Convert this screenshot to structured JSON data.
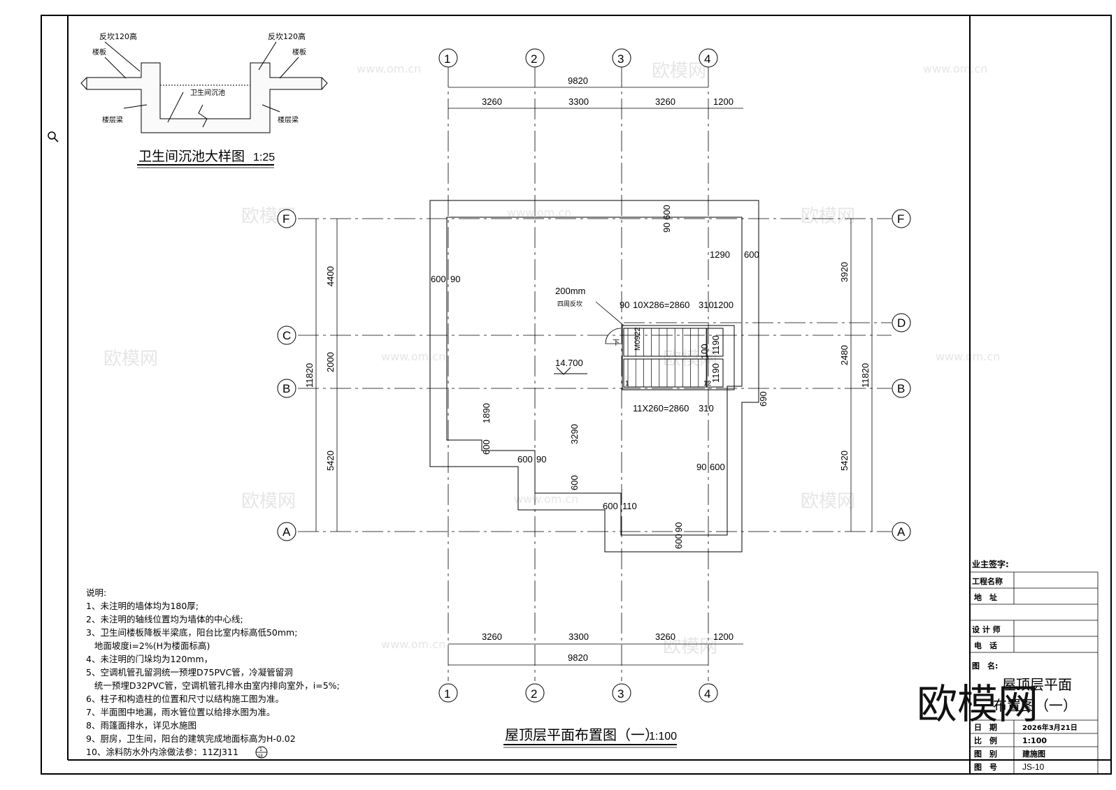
{
  "watermark": {
    "cn": "欧模网",
    "url": "www.om.cn",
    "big": "欧模网"
  },
  "toolbar": {
    "icon": "search-icon"
  },
  "detail": {
    "title": "卫生间沉池大样图",
    "scale": "1:25",
    "labels": {
      "left_parapet": "反坎120高",
      "right_parapet": "反坎120高",
      "left_slab": "楼板",
      "right_slab": "楼板",
      "pit": "卫生间沉池",
      "left_beam": "楼层梁",
      "right_beam": "楼层梁"
    }
  },
  "plan": {
    "title": "屋顶层平面布置图（一）",
    "scale": "1:100",
    "axes_v": [
      "1",
      "2",
      "3",
      "4"
    ],
    "axes_h": [
      "F",
      "D",
      "C",
      "B",
      "A"
    ],
    "dims": {
      "total_top": "9820",
      "total_bottom": "9820",
      "top": [
        "3260",
        "3300",
        "3260",
        "1200"
      ],
      "bottom": [
        "3260",
        "3300",
        "3260",
        "1200"
      ],
      "left_total": "11820",
      "right_total": "11820",
      "left": [
        "4400",
        "2000",
        "5420"
      ],
      "right": [
        "3920",
        "2480",
        "5420"
      ],
      "d_90_600_top": "90 600",
      "d_1290": "1290",
      "d_600a": "600",
      "d_600_90_left": "600",
      "d_90_left": "90",
      "stair_top": "10X286=2860",
      "stair_top_90": "90",
      "stair_top_310": "310",
      "stair_top_1200": "1200",
      "stair_bot": "11X260=2860",
      "stair_bot_310": "310",
      "d_1190a": "1190",
      "d_100": "100",
      "d_1190b": "1190",
      "d_690": "690",
      "d_1890": "1890",
      "d_3290": "3290",
      "d_600b": "600",
      "d_600c": "600",
      "d_90b": "90",
      "d_600d": "600",
      "d_600e": "600",
      "d_110": "110",
      "d_90c": "90",
      "d_600f": "600",
      "d_90d": "90",
      "d_600g": "600"
    },
    "notes": {
      "raise": "200mm",
      "raise2": "四周反坎",
      "door": "M0922",
      "down": "下",
      "elev": "14.700",
      "step1": "1",
      "step12": "12"
    }
  },
  "explanation": {
    "title": "说明:",
    "items": [
      "1、未注明的墙体均为180厚;",
      "2、未注明的轴线位置均为墙体的中心线;",
      "3、卫生间楼板降板半梁底，阳台比室内标高低50mm;",
      "   地面坡度i=2%(H为楼面标高)",
      "4、未注明的门垛均为120mm，",
      "5、空调机管孔留洞统一预埋D75PVC管，冷凝管留洞",
      "   统一预埋D32PVC管，空调机管孔排水由室内排向室外，i=5%;",
      "6、柱子和构造柱的位置和尺寸以结构施工图为准。",
      "7、半面图中地漏，雨水管位置以给排水图为准。",
      "8、雨篷面排水，详见水施图",
      "9、厨房，卫生间，阳台的建筑完成地面标高为H-0.02",
      "10、涂料防水外内涂做法参：11ZJ311"
    ],
    "ref_top": "1",
    "ref_bot": "18"
  },
  "titleblock": {
    "owner": "业主签字:",
    "project": "工程名称",
    "address": "地　址",
    "designer": "设 计 师",
    "phone": "电　话",
    "drawing_name_label": "图　名:",
    "drawing_name_1": "屋顶层平面",
    "drawing_name_2": "布置图（一）",
    "date_label": "日　期",
    "date": "2026年3月21日",
    "scale_label": "比　例",
    "scale": "1:100",
    "type_label": "图　别",
    "type": "建施图",
    "no_label": "图　号",
    "no": "JS-10"
  }
}
